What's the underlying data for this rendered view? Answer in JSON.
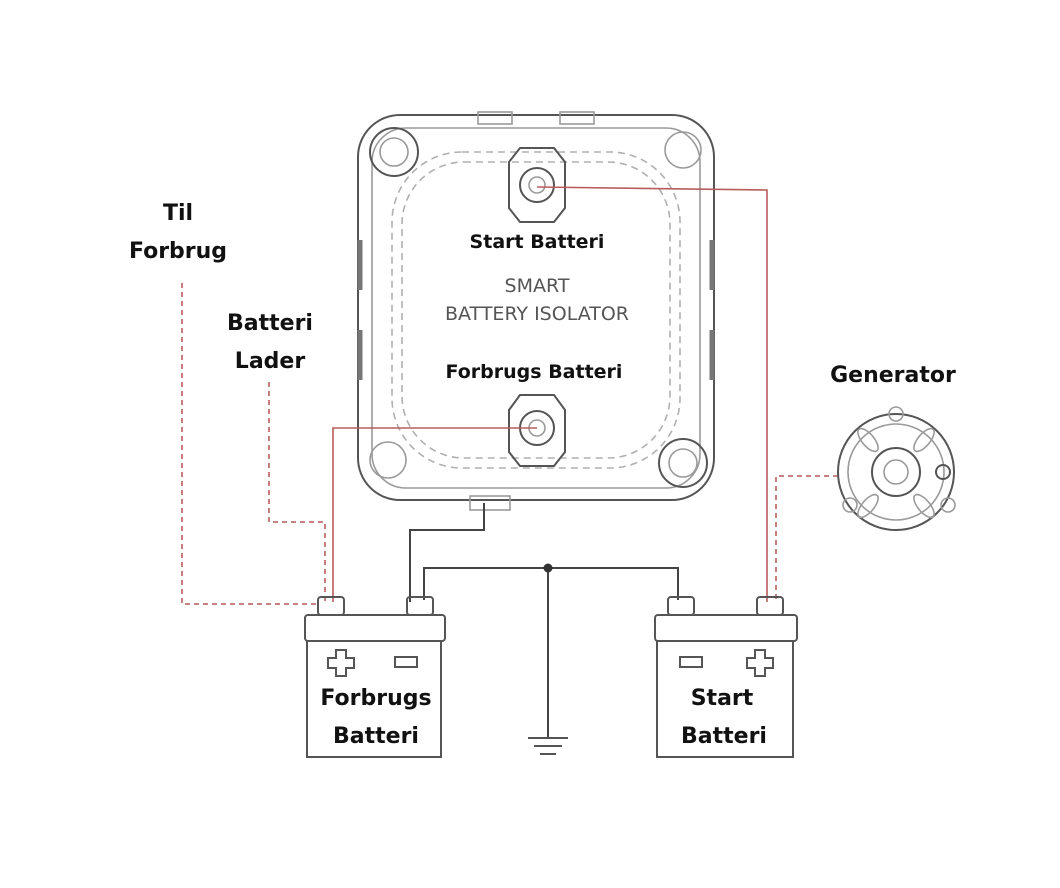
{
  "device": {
    "title_line1": "SMART",
    "title_line2": "BATTERY ISOLATOR",
    "terminal_top_label": "Start Batteri",
    "terminal_bottom_label": "Forbrugs Batteri"
  },
  "labels": {
    "til_forbrug": [
      "Til",
      "Forbrug"
    ],
    "batteri_lader": [
      "Batteri",
      "Lader"
    ],
    "generator": "Generator"
  },
  "batteries": {
    "aux": [
      "Forbrugs",
      "Batteri"
    ],
    "start": [
      "Start",
      "Batteri"
    ]
  },
  "colors": {
    "positive_wire": "#b85c5c",
    "negative_wire": "#444444",
    "device_outline": "#555555"
  }
}
